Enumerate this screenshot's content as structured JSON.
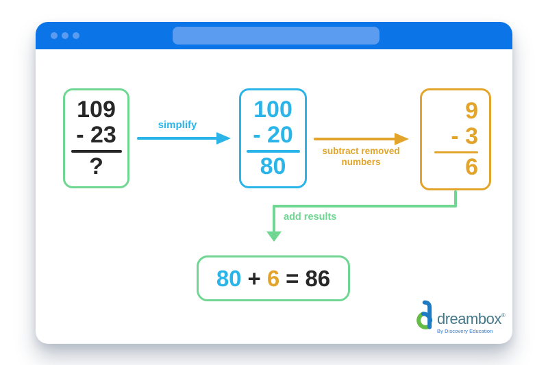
{
  "diagram": {
    "original": {
      "minuend": "109",
      "subtrahend": "- 23",
      "result": "?"
    },
    "simplified": {
      "minuend": "100",
      "subtrahend": "- 20",
      "result": "80"
    },
    "removed": {
      "minuend": "9",
      "subtrahend": "- 3",
      "result": "6"
    },
    "labels": {
      "simplify": "simplify",
      "subtract_line1": "subtract removed",
      "subtract_line2": "numbers",
      "add_results": "add results"
    },
    "final": {
      "addend1": "80",
      "plus": "+",
      "addend2": "6",
      "equals": "=",
      "sum": "86"
    }
  },
  "logo": {
    "wordmark": "dreambox",
    "registered": "®",
    "tagline": "By Discovery Education"
  },
  "colors": {
    "browser_blue": "#0B74E6",
    "light_blue": "#5B9BF0",
    "cyan": "#2BB4E8",
    "amber": "#E2A42A",
    "green": "#6FD792",
    "ink": "#272727",
    "wordmark": "#44798A",
    "tagline_blue": "#2A79D2"
  }
}
